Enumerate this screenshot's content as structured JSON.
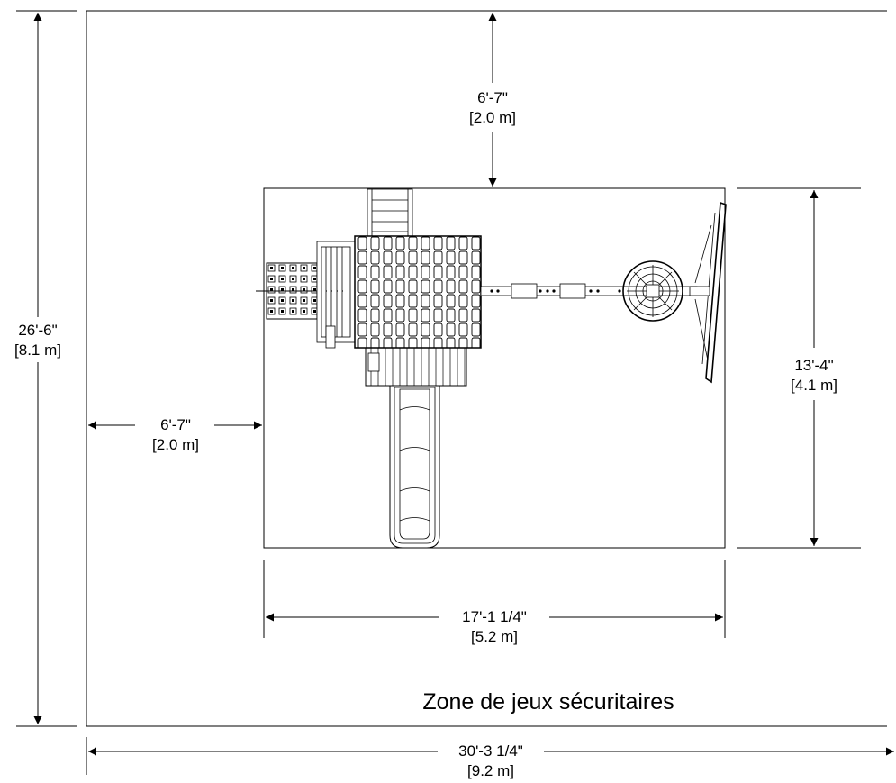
{
  "dimensions": {
    "total_height": {
      "imperial": "26'-6\"",
      "metric": "[8.1 m]"
    },
    "total_width": {
      "imperial": "30'-3 1/4\"",
      "metric": "[9.2 m]"
    },
    "top_clearance": {
      "imperial": "6'-7\"",
      "metric": "[2.0 m]"
    },
    "left_clearance": {
      "imperial": "6'-7\"",
      "metric": "[2.0 m]"
    },
    "structure_height": {
      "imperial": "13'-4\"",
      "metric": "[4.1 m]"
    },
    "structure_width": {
      "imperial": "17'-1 1/4\"",
      "metric": "[5.2 m]"
    }
  },
  "zone_label": "Zone de jeux sécuritaires"
}
